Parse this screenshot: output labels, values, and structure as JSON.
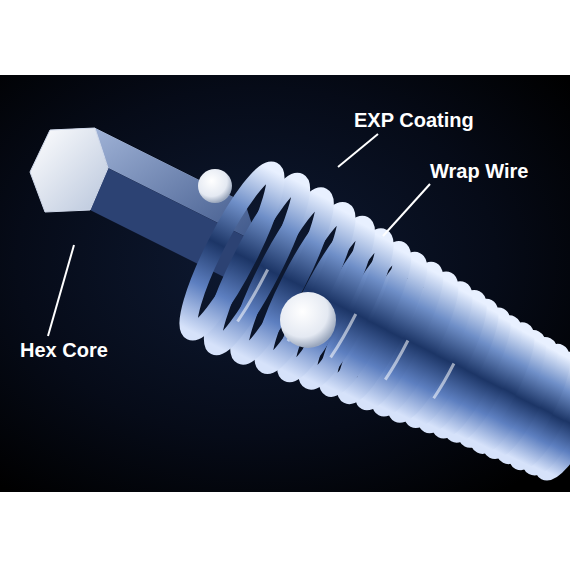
{
  "diagram": {
    "labels": [
      "EXP Coating",
      "Wrap Wire",
      "Hex Core"
    ]
  }
}
